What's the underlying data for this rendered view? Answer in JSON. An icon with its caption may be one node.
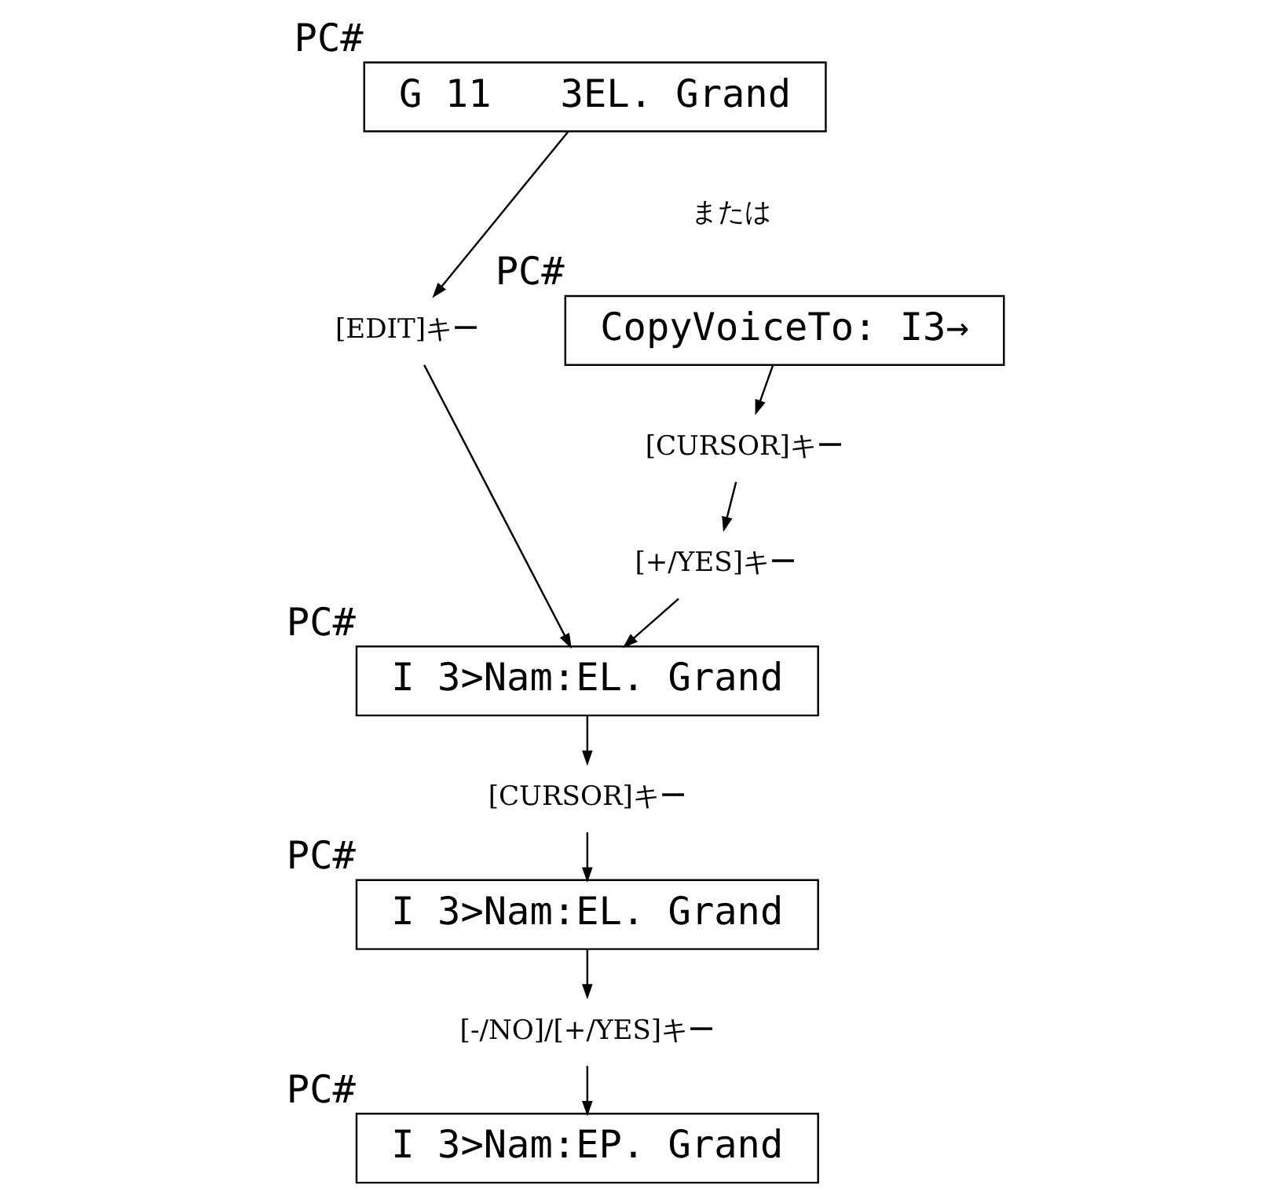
{
  "diagram": {
    "nodes": [
      {
        "text": [
          "G 11   3EL. Grand"
        ],
        "beside": [
          "PC#"
        ]
      },
      {
        "text": [
          "CopyVoiceTo: I3→"
        ],
        "beside": [
          "PC#"
        ]
      },
      {
        "text": [
          "I 3>Nam:EL. Grand"
        ],
        "beside": [
          "PC#"
        ]
      },
      {
        "text": [
          "I 3>Nam:EL. Grand"
        ],
        "beside": [
          "PC#"
        ]
      },
      {
        "text": [
          "I 3>Nam:EP. Grand"
        ],
        "beside": [
          "PC#"
        ]
      },
      {
        "text": [
          "[EDIT]キー"
        ]
      },
      {
        "text": [
          "[CURSOR]キー"
        ]
      },
      {
        "text": [
          "[+/YES]キー"
        ]
      },
      {
        "text": [
          "[CURSOR]キー"
        ]
      },
      {
        "text": [
          "[-/NO]/[+/YES]キー"
        ]
      }
    ],
    "edges": [
      {
        "from": 0,
        "to": 5,
        "arrow": "to"
      },
      {
        "from": 5,
        "to": 2,
        "arrow": "to"
      },
      {
        "from": 1,
        "to": 6,
        "arrow": "to"
      },
      {
        "from": 6,
        "to": 7,
        "arrow": "to"
      },
      {
        "from": 7,
        "to": 2,
        "arrow": "to"
      },
      {
        "from": 2,
        "to": 8,
        "arrow": "to"
      },
      {
        "from": 8,
        "to": 3,
        "arrow": "to"
      },
      {
        "from": 3,
        "to": 9,
        "arrow": "to"
      },
      {
        "from": 9,
        "to": 4,
        "arrow": "to"
      }
    ],
    "labels": [
      "または"
    ]
  }
}
